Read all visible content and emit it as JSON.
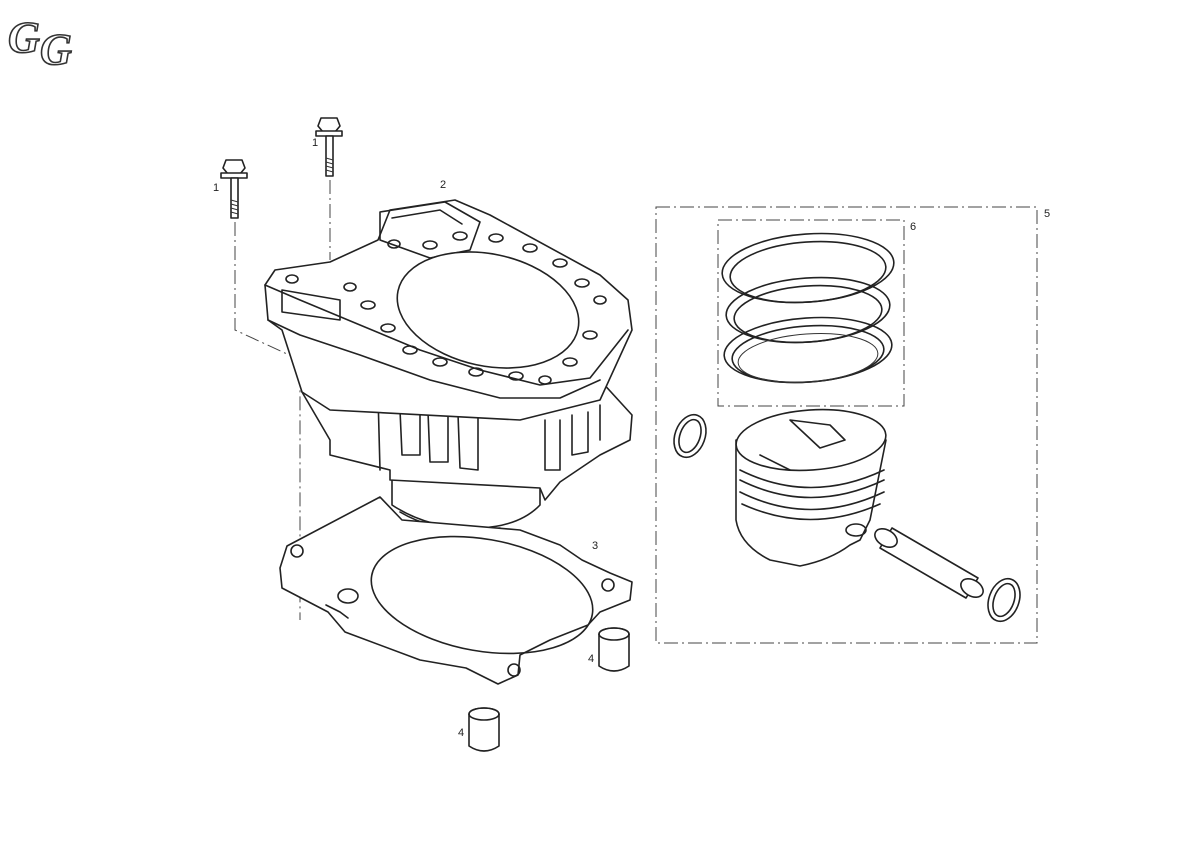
{
  "logo": {
    "text": "GG"
  },
  "callouts": {
    "bolt_a": "1",
    "bolt_b": "1",
    "cylinder": "2",
    "gasket": "3",
    "dowel_a": "4",
    "dowel_b": "4",
    "piston_kit": "5",
    "ring_set": "6"
  }
}
